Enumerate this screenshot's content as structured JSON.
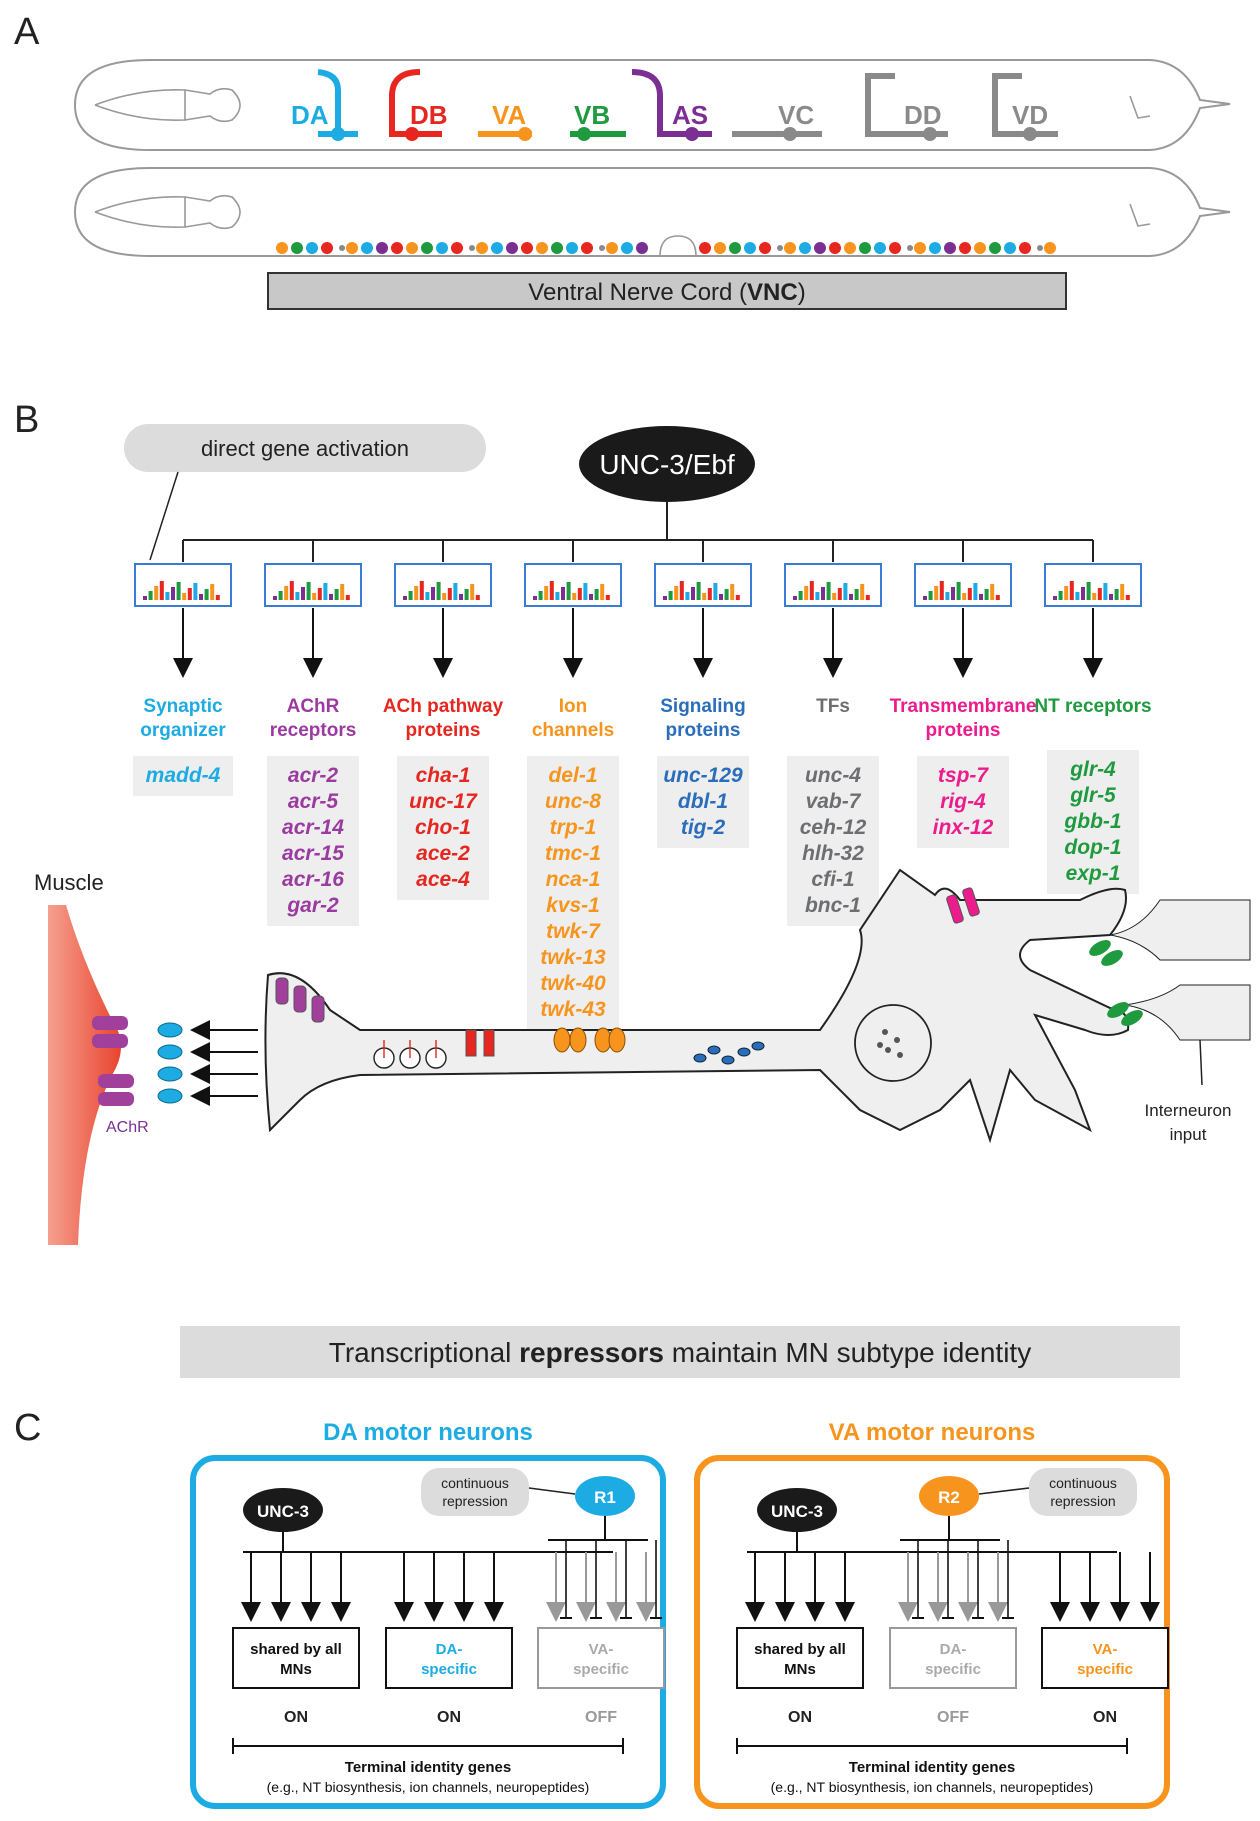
{
  "panels": {
    "a": "A",
    "b": "B",
    "c": "C"
  },
  "panel_a": {
    "types": [
      "DA",
      "DB",
      "VA",
      "VB",
      "AS",
      "VC",
      "DD",
      "VD"
    ],
    "vnc_prefix": "Ventral Nerve Cord (",
    "vnc_bold": "VNC",
    "vnc_suffix": ")"
  },
  "panel_b": {
    "direct_activation": "direct gene activation",
    "tf_name": "UNC-3/Ebf",
    "muscle": "Muscle",
    "achr": "AChR",
    "interneuron_line1": "Interneuron",
    "interneuron_line2": "input",
    "categories": [
      {
        "line1": "Synaptic",
        "line2": "organizer",
        "color": "#1cabe2",
        "genes": [
          "madd-4"
        ]
      },
      {
        "line1": "AChR",
        "line2": "receptors",
        "color": "#9b3aa0",
        "genes": [
          "acr-2",
          "acr-5",
          "acr-14",
          "acr-15",
          "acr-16",
          "gar-2"
        ]
      },
      {
        "line1": "ACh pathway",
        "line2": "proteins",
        "color": "#e6261f",
        "genes": [
          "cha-1",
          "unc-17",
          "cho-1",
          "ace-2",
          "ace-4"
        ]
      },
      {
        "line1": "Ion",
        "line2": "channels",
        "color": "#f7941d",
        "genes": [
          "del-1",
          "unc-8",
          "trp-1",
          "tmc-1",
          "nca-1",
          "kvs-1",
          "twk-7",
          "twk-13",
          "twk-40",
          "twk-43"
        ]
      },
      {
        "line1": "Signaling",
        "line2": "proteins",
        "color": "#2a6ebb",
        "genes": [
          "unc-129",
          "dbl-1",
          "tig-2"
        ]
      },
      {
        "line1": "TFs",
        "line2": "",
        "color": "#6d6e71",
        "genes": [
          "unc-4",
          "vab-7",
          "ceh-12",
          "hlh-32",
          "cfi-1",
          "bnc-1"
        ]
      },
      {
        "line1": "Transmembrane",
        "line2": "proteins",
        "color": "#ec1c8c",
        "genes": [
          "tsp-7",
          "rig-4",
          "inx-12"
        ]
      },
      {
        "line1": "NT receptors",
        "line2": "",
        "color": "#1f9a3e",
        "genes": [
          "glr-4",
          "glr-5",
          "gbb-1",
          "dop-1",
          "exp-1"
        ]
      }
    ]
  },
  "panel_c": {
    "title_pre": "Transcriptional ",
    "title_bold": "repressors",
    "title_post": " maintain MN subtype identity",
    "da": {
      "title": "DA motor neurons",
      "tf": "UNC-3",
      "repressor": "R1",
      "repression_l1": "continuous",
      "repression_l2": "repression",
      "boxes": [
        [
          "shared by all",
          "MNs"
        ],
        [
          "DA-",
          "specific"
        ],
        [
          "VA-",
          "specific"
        ]
      ],
      "states": [
        "ON",
        "ON",
        "OFF"
      ],
      "footer1": "Terminal identity genes",
      "footer2": "(e.g., NT biosynthesis, ion channels, neuropeptides)"
    },
    "va": {
      "title": "VA motor neurons",
      "tf": "UNC-3",
      "repressor": "R2",
      "repression_l1": "continuous",
      "repression_l2": "repression",
      "boxes": [
        [
          "shared by all",
          "MNs"
        ],
        [
          "DA-",
          "specific"
        ],
        [
          "VA-",
          "specific"
        ]
      ],
      "states": [
        "ON",
        "OFF",
        "ON"
      ],
      "footer1": "Terminal identity genes",
      "footer2": "(e.g., NT biosynthesis, ion channels, neuropeptides)"
    }
  },
  "colors": {
    "DA": "#1cabe2",
    "DB": "#e6261f",
    "VA": "#f7941d",
    "VB": "#1f9a3e",
    "AS": "#7b2f93",
    "VC": "#8a8a8a",
    "DD": "#8a8a8a",
    "VD": "#8a8a8a",
    "muscle": "#e8442e",
    "achr": "#a0409a",
    "gray_box": "#dcdcdc"
  }
}
